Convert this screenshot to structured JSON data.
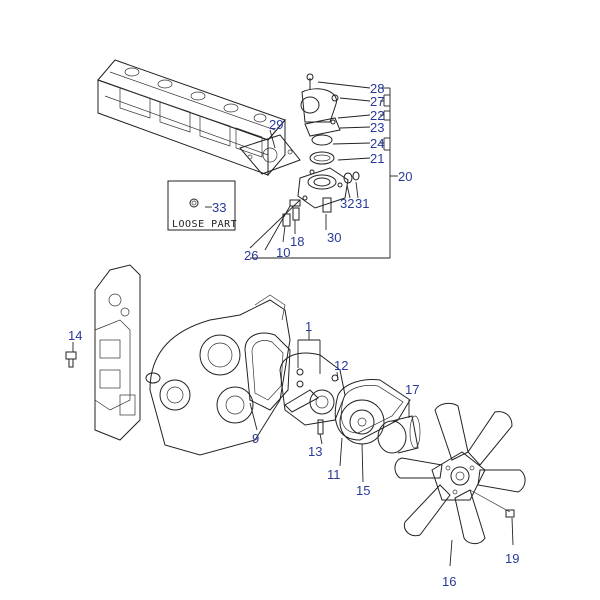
{
  "diagram": {
    "loose_part_label": "LOOSE PART",
    "callouts": {
      "c28": "28",
      "c27": "27",
      "c22": "22",
      "c23": "23",
      "c24": "24",
      "c21": "21",
      "c20": "20",
      "c29": "29",
      "c33": "33",
      "c32": "32",
      "c31": "31",
      "c26": "26",
      "c10": "10",
      "c18": "18",
      "c30": "30",
      "c14": "14",
      "c1": "1",
      "c12": "12",
      "c9": "9",
      "c13": "13",
      "c11": "11",
      "c15": "15",
      "c17": "17",
      "c19": "19",
      "c16": "16"
    },
    "colors": {
      "callout_text": "#2a3a9a",
      "line": "#222222"
    }
  }
}
